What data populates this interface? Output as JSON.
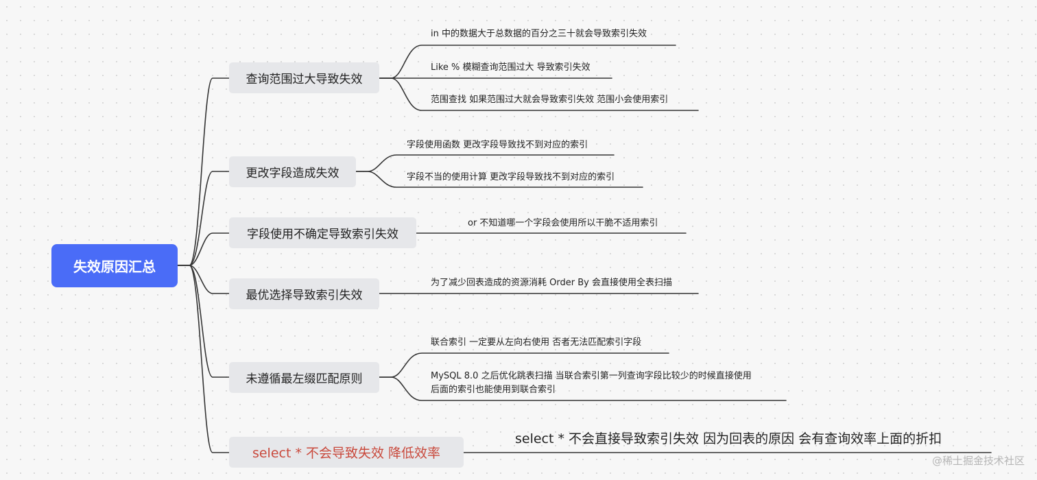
{
  "root": {
    "label": "失效原因汇总",
    "color": "#4a6cf7"
  },
  "branches": [
    {
      "label": "查询范围过大导致失效",
      "leaves": [
        "in 中的数据大于总数据的百分之三十就会导致索引失效",
        "Like %  模糊查询范围过大 导致索引失效",
        "范围查找 如果范围过大就会导致索引失效 范围小会使用索引"
      ]
    },
    {
      "label": "更改字段造成失效",
      "leaves": [
        "字段使用函数 更改字段导致找不到对应的索引",
        "字段不当的使用计算 更改字段导致找不到对应的索引"
      ]
    },
    {
      "label": "字段使用不确定导致索引失效",
      "leaves": [
        "or  不知道哪一个字段会使用所以干脆不适用索引"
      ]
    },
    {
      "label": "最优选择导致索引失效",
      "leaves": [
        "为了减少回表造成的资源消耗 Order By 会直接使用全表扫描"
      ]
    },
    {
      "label": "未遵循最左缀匹配原则",
      "leaves": [
        "联合索引 一定要从左向右使用 否者无法匹配索引字段",
        "MySQL 8.0 之后优化跳表扫描  当联合索引第一列查询字段比较少的时候直接使用",
        "后面的索引也能使用到联合索引"
      ]
    },
    {
      "label": "select *  不会导致失效 降低效率",
      "accent_color": "#c9493c",
      "leaves": [
        "select *  不会直接导致索引失效  因为回表的原因 会有查询效率上面的折扣"
      ]
    }
  ],
  "watermark": "@稀土掘金技术社区",
  "line_color": "#333333"
}
